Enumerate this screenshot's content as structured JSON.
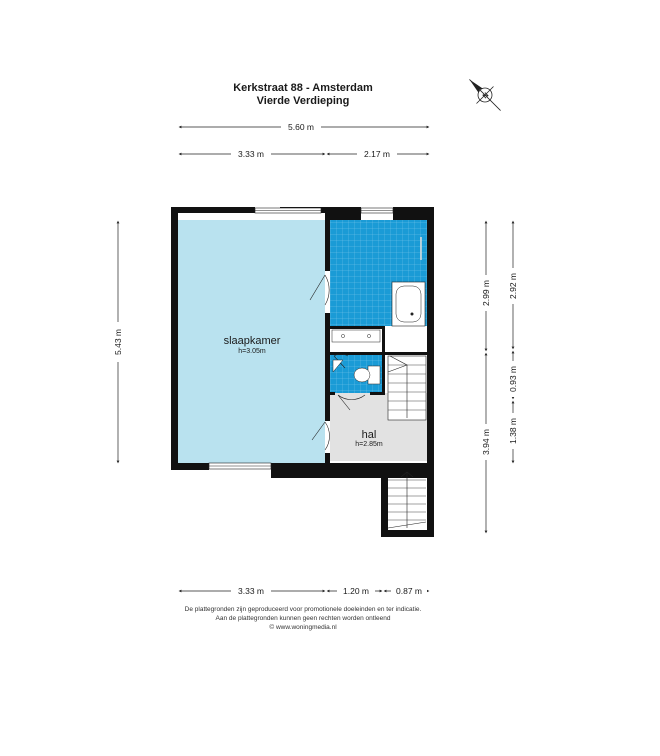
{
  "header": {
    "title": "Kerkstraat 88 - Amsterdam",
    "subtitle": "Vierde Verdieping"
  },
  "colors": {
    "wall": "#111111",
    "bedroom_floor": "#b9e2ef",
    "bathroom_tile": "#1a9bd6",
    "hall_floor": "#e2e2e2",
    "window": "#ffffff"
  },
  "dimensions": {
    "top_total": "5.60 m",
    "top_left": "3.33 m",
    "top_right": "2.17 m",
    "left_total": "5.43 m",
    "right_outer_top": "2.92 m",
    "right_outer_mid": "0.93 m",
    "right_outer_bottom": "1.38 m",
    "right_inner_top": "2.99 m",
    "right_inner_bottom": "3.94 m",
    "bottom_left": "3.33 m",
    "bottom_mid": "1.20 m",
    "bottom_right": "0.87 m"
  },
  "rooms": {
    "bedroom": {
      "name": "slaapkamer",
      "height": "h=3.05m"
    },
    "hall": {
      "name": "hal",
      "height": "h=2.85m"
    }
  },
  "compass": {
    "icon": "north-arrow-icon",
    "label": "N"
  },
  "footer": {
    "line1": "De plattegronden zijn geproduceerd voor promotionele doeleinden en ter indicatie.",
    "line2": "Aan de plattegronden kunnen geen rechten worden ontleend",
    "line3": "© www.woningmedia.nl"
  }
}
